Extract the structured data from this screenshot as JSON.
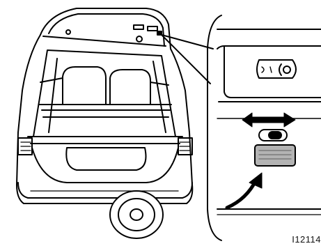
{
  "figure": {
    "id_label": "I12114",
    "panels": {
      "left": "vehicle-rear-open-hatch",
      "right": "detail-inset-latch-switch"
    },
    "icons": [
      "double-arrow-icon",
      "curved-arrow-icon",
      "switch-icon",
      "label-plate-icon"
    ],
    "colors": {
      "ink": "#000000",
      "paper": "#ffffff",
      "shade": "#b3b3b3"
    }
  }
}
